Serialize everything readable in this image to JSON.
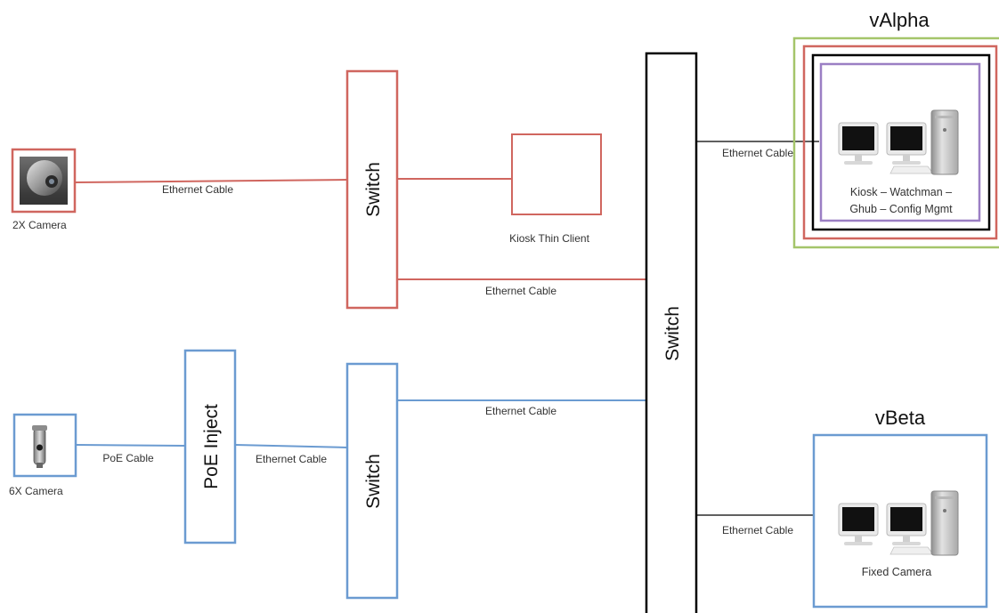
{
  "colors": {
    "red": "#d0665f",
    "blue": "#6b9bd1",
    "black": "#000000",
    "green": "#a4c56a",
    "purple": "#9b7fc4"
  },
  "devices": {
    "camera_2x": {
      "label": "2X Camera",
      "icon": "ptz-camera-icon"
    },
    "camera_6x": {
      "label": "6X Camera",
      "icon": "bullet-camera-icon"
    },
    "kiosk_thin_client": {
      "label": "Kiosk Thin Client"
    },
    "switch_red": {
      "label": "Switch"
    },
    "switch_blue": {
      "label": "Switch"
    },
    "switch_core": {
      "label": "Switch"
    },
    "poe_inject": {
      "label": "PoE Inject"
    }
  },
  "servers": {
    "valpha": {
      "title": "vAlpha",
      "line1": "Kiosk – Watchman –",
      "line2": "Ghub – Config Mgmt",
      "icon": "workstations-icon"
    },
    "vbeta": {
      "title": "vBeta",
      "line1": "Fixed Camera",
      "icon": "workstations-icon"
    }
  },
  "links": {
    "cam2x_to_switch": "Ethernet Cable",
    "switch_red_to_core": "Ethernet Cable",
    "cam6x_to_poe": "PoE Cable",
    "poe_to_switch": "Ethernet Cable",
    "switch_blue_to_core": "Ethernet Cable",
    "core_to_valpha": "Ethernet Cable",
    "core_to_vbeta": "Ethernet Cable"
  }
}
